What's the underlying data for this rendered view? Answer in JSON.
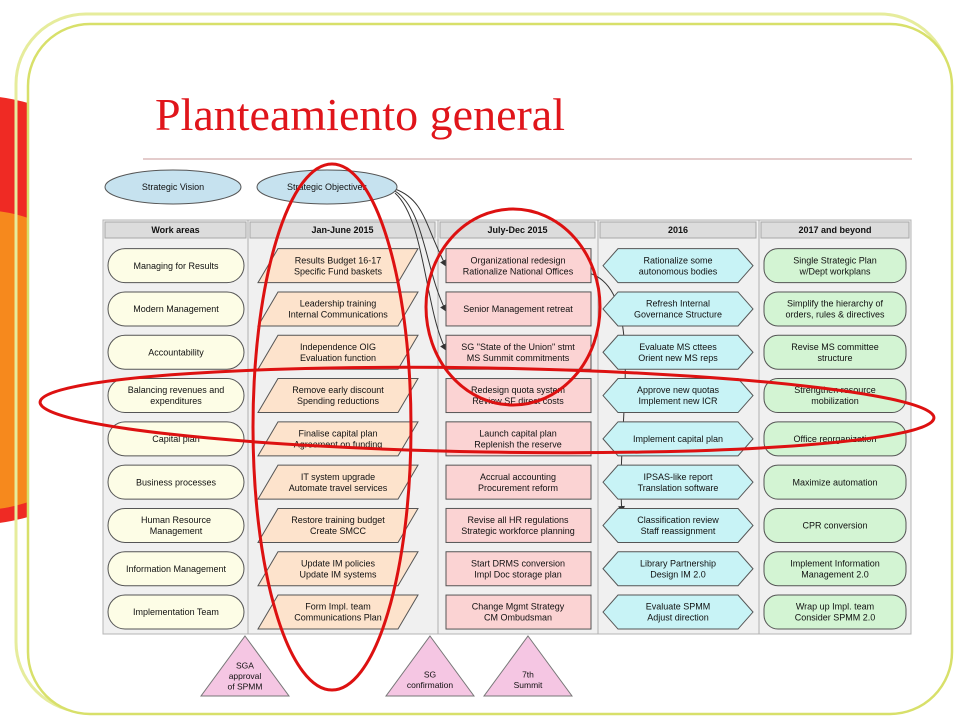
{
  "slide": {
    "title": "Planteamiento general"
  },
  "top_nodes": {
    "strategic_vision": "Strategic Vision",
    "strategic_objectives": "Strategic Objectives"
  },
  "columns": [
    {
      "header": "Work areas"
    },
    {
      "header": "Jan-June 2015"
    },
    {
      "header": "July-Dec 2015"
    },
    {
      "header": "2016"
    },
    {
      "header": "2017 and beyond"
    }
  ],
  "rows": [
    {
      "area": [
        "Managing for Results"
      ],
      "jan": [
        "Results Budget 16-17",
        "Specific Fund baskets"
      ],
      "jul": [
        "Organizational redesign",
        "Rationalize National Offices"
      ],
      "y2016": [
        "Rationalize some",
        "autonomous bodies"
      ],
      "y2017": [
        "Single Strategic Plan",
        "w/Dept workplans"
      ]
    },
    {
      "area": [
        "Modern Management"
      ],
      "jan": [
        "Leadership training",
        "Internal Communications"
      ],
      "jul": [
        "Senior Management retreat"
      ],
      "y2016": [
        "Refresh Internal",
        "Governance Structure"
      ],
      "y2017": [
        "Simplify the hierarchy of",
        "orders, rules & directives"
      ]
    },
    {
      "area": [
        "Accountability"
      ],
      "jan": [
        "Independence OIG",
        "Evaluation function"
      ],
      "jul": [
        "SG \"State of the Union\" stmt",
        "MS Summit commitments"
      ],
      "y2016": [
        "Evaluate MS cttees",
        "Orient new MS reps"
      ],
      "y2017": [
        "Revise MS committee",
        "structure"
      ]
    },
    {
      "area": [
        "Balancing revenues and",
        "expenditures"
      ],
      "jan": [
        "Remove early discount",
        "Spending reductions"
      ],
      "jul": [
        "Redesign quota system",
        "Review SF direct costs"
      ],
      "y2016": [
        "Approve new quotas",
        "Implement new ICR"
      ],
      "y2017": [
        "Strengthen resource",
        "mobilization"
      ]
    },
    {
      "area": [
        "Capital plan"
      ],
      "jan": [
        "Finalise capital plan",
        "Agreement on funding"
      ],
      "jul": [
        "Launch capital plan",
        "Replenish the reserve"
      ],
      "y2016": [
        "Implement capital plan"
      ],
      "y2017": [
        "Office reorganization"
      ]
    },
    {
      "area": [
        "Business processes"
      ],
      "jan": [
        "IT system upgrade",
        "Automate travel services"
      ],
      "jul": [
        "Accrual accounting",
        "Procurement reform"
      ],
      "y2016": [
        "IPSAS-like report",
        "Translation software"
      ],
      "y2017": [
        "Maximize automation"
      ]
    },
    {
      "area": [
        "Human Resource",
        "Management"
      ],
      "jan": [
        "Restore training budget",
        "Create SMCC"
      ],
      "jul": [
        "Revise all HR regulations",
        "Strategic workforce planning"
      ],
      "y2016": [
        "Classification review",
        "Staff reassignment"
      ],
      "y2017": [
        "CPR conversion"
      ]
    },
    {
      "area": [
        "Information Management"
      ],
      "jan": [
        "Update IM policies",
        "Update IM systems"
      ],
      "jul": [
        "Start DRMS conversion",
        "Impl Doc storage plan"
      ],
      "y2016": [
        "Library Partnership",
        "Design IM 2.0"
      ],
      "y2017": [
        "Implement Information",
        "Management 2.0"
      ]
    },
    {
      "area": [
        "Implementation Team"
      ],
      "jan": [
        "Form Impl. team",
        "Communications Plan"
      ],
      "jul": [
        "Change Mgmt Strategy",
        "CM Ombudsman"
      ],
      "y2016": [
        "Evaluate SPMM",
        "Adjust direction"
      ],
      "y2017": [
        "Wrap up Impl. team",
        "Consider SPMM 2.0"
      ]
    }
  ],
  "milestones": [
    [
      "SGA",
      "approval",
      "of SPMM"
    ],
    [
      "SG",
      "confirmation"
    ],
    [
      "7th",
      "Summit"
    ]
  ],
  "colors": {
    "title": "#e0151b",
    "highlight": "#dd1111",
    "header_fill": "#dcdcdc",
    "area_fill": "#fdfde6",
    "jan_fill": "#fde3cc",
    "jul_fill": "#fbd3d3",
    "y2016_fill": "#c8f3f6",
    "y2017_fill": "#d3f4d3",
    "milestone_fill": "#f5c6e3",
    "vision_fill": "#c6e2ef"
  }
}
